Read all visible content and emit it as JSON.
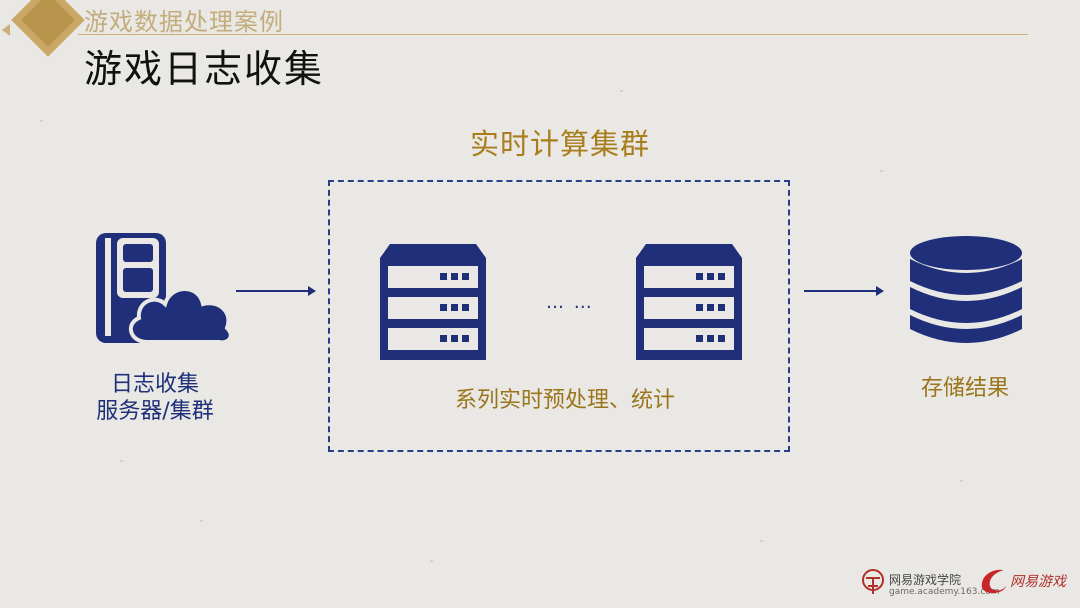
{
  "header": {
    "section_title": "游戏数据处理案例",
    "page_title": "游戏日志收集"
  },
  "diagram": {
    "cluster_title": "实时计算集群",
    "source_label_line1": "日志收集",
    "source_label_line2": "服务器/集群",
    "dots": "… …",
    "process_label": "系列实时预处理、统计",
    "storage_label": "存储结果",
    "colors": {
      "navy": "#1f2f7a",
      "gold": "#a87e1c",
      "header_gold": "#c3ad7c"
    }
  },
  "footer": {
    "academy_name": "网易游戏学院",
    "academy_url": "game.academy.163.com",
    "brand_name": "网易游戏"
  }
}
